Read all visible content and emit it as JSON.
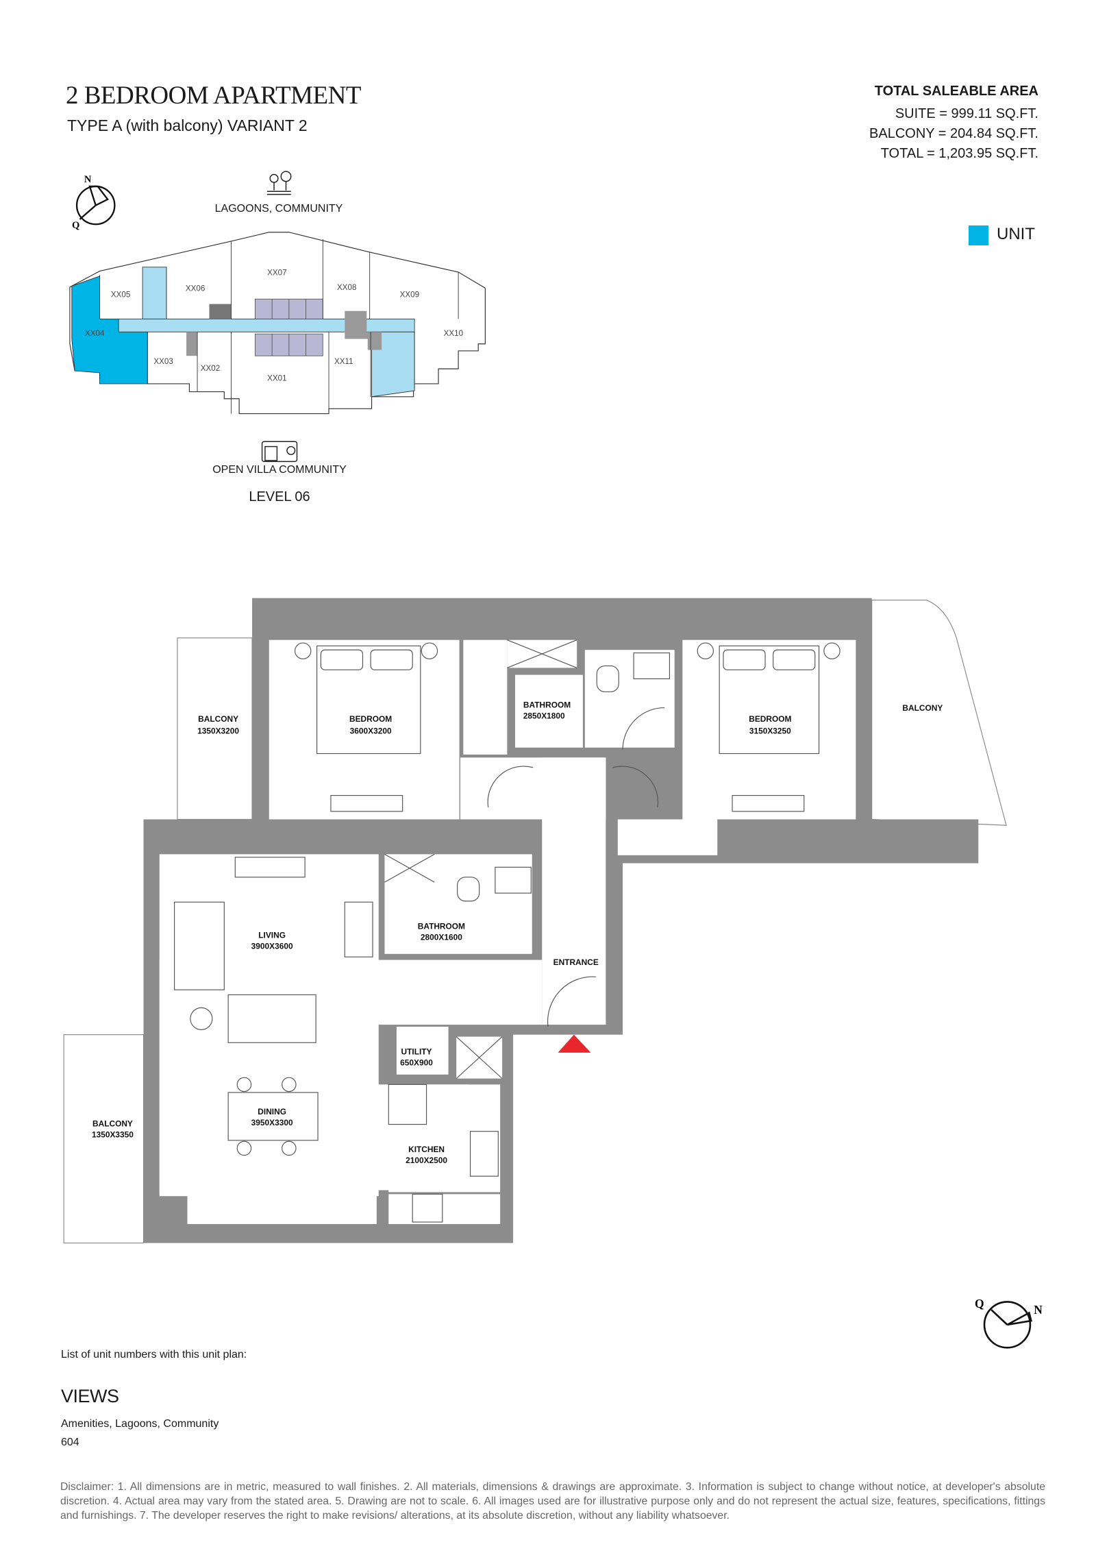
{
  "header": {
    "title": "2 BEDROOM APARTMENT",
    "subtitle": "TYPE A (with balcony) VARIANT 2"
  },
  "area": {
    "heading": "TOTAL SALEABLE AREA",
    "suite": "SUITE = 999.11 SQ.FT.",
    "balcony": "BALCONY = 204.84 SQ.FT.",
    "total": "TOTAL = 1,203.95 SQ.FT."
  },
  "legend": {
    "unit_label": "UNIT",
    "unit_color": "#00b4e6"
  },
  "keyplan": {
    "view_top": "LAGOONS, COMMUNITY",
    "view_bottom": "OPEN VILLA COMMUNITY",
    "level": "LEVEL 06",
    "units": [
      "XX01",
      "XX02",
      "XX03",
      "XX04",
      "XX05",
      "XX06",
      "XX07",
      "XX08",
      "XX09",
      "XX10",
      "XX11"
    ],
    "compass": {
      "north": "N",
      "q": "Q"
    }
  },
  "plan": {
    "rooms": [
      {
        "name": "BALCONY",
        "dim": "1350X3200"
      },
      {
        "name": "BEDROOM",
        "dim": "3600X3200"
      },
      {
        "name": "BATHROOM",
        "dim": "2850X1800"
      },
      {
        "name": "BEDROOM",
        "dim": "3150X3250"
      },
      {
        "name": "BALCONY",
        "dim": ""
      },
      {
        "name": "LIVING",
        "dim": "3900X3600"
      },
      {
        "name": "BATHROOM",
        "dim": "2800X1600"
      },
      {
        "name": "ENTRANCE",
        "dim": ""
      },
      {
        "name": "UTILITY",
        "dim": "650X900"
      },
      {
        "name": "DINING",
        "dim": "3950X3300"
      },
      {
        "name": "KITCHEN",
        "dim": "2100X2500"
      },
      {
        "name": "BALCONY",
        "dim": "1350X3350"
      }
    ],
    "compass": {
      "north": "N",
      "q": "Q"
    }
  },
  "footer": {
    "list_label": "List of unit numbers with this unit plan:",
    "views_heading": "VIEWS",
    "views": "Amenities, Lagoons, Community",
    "unit_numbers": "604",
    "disclaimer": "Disclaimer: 1. All dimensions are in metric, measured to wall finishes. 2. All materials, dimensions & drawings are approximate. 3. Information is subject to change without notice, at developer's absolute discretion. 4. Actual area may vary from the stated area. 5. Drawing are not to scale. 6. All images used are for illustrative purpose only and do not represent the actual size, features, specifications, fittings and furnishings. 7. The developer reserves the right to make revisions/ alterations, at its absolute discretion, without any liability whatsoever."
  }
}
